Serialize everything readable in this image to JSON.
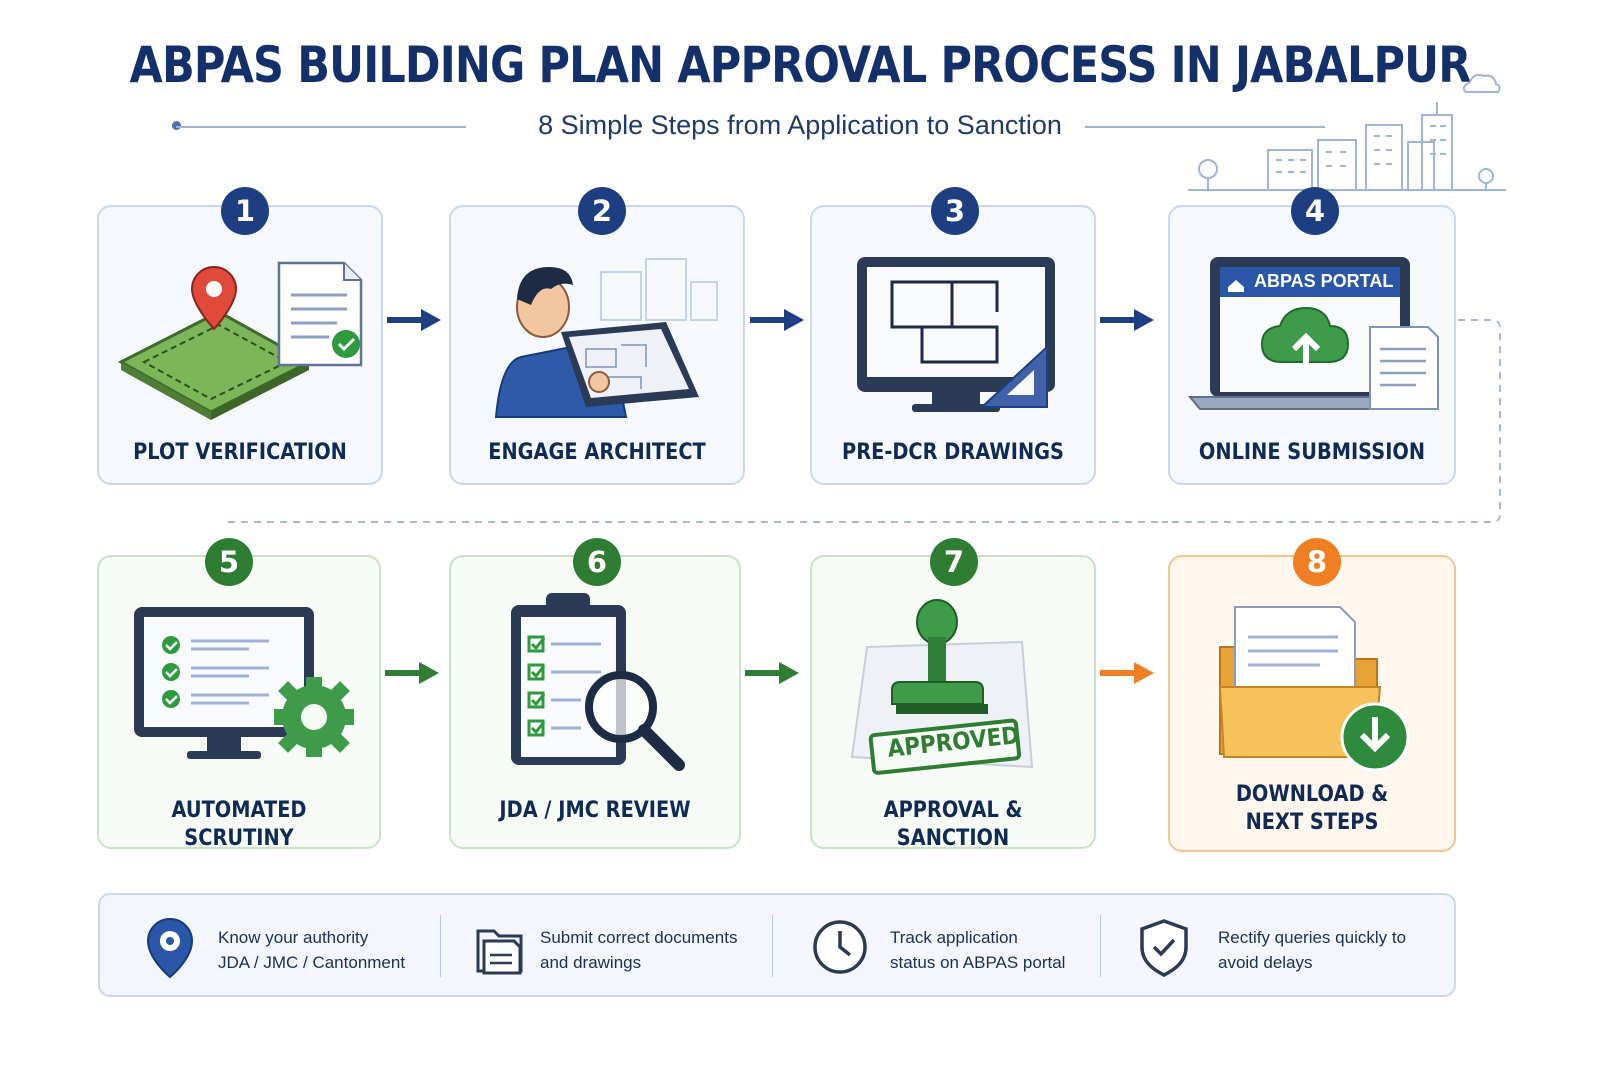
{
  "header": {
    "title": "ABPAS BUILDING PLAN APPROVAL PROCESS IN JABALPUR",
    "subtitle": "8 Simple Steps from Application to Sanction"
  },
  "steps": [
    {
      "number": "1",
      "label": "PLOT VERIFICATION",
      "icon": "plot-map-document-icon",
      "theme": "blue"
    },
    {
      "number": "2",
      "label": "ENGAGE ARCHITECT",
      "icon": "architect-tablet-icon",
      "theme": "blue"
    },
    {
      "number": "3",
      "label": "PRE-DCR DRAWINGS",
      "icon": "monitor-floorplan-icon",
      "theme": "blue"
    },
    {
      "number": "4",
      "label": "ONLINE SUBMISSION",
      "icon": "laptop-upload-icon",
      "theme": "blue",
      "portal_label": "ABPAS PORTAL"
    },
    {
      "number": "5",
      "label": "AUTOMATED SCRUTINY",
      "icon": "monitor-checklist-gear-icon",
      "theme": "green"
    },
    {
      "number": "6",
      "label": "JDA / JMC REVIEW",
      "icon": "clipboard-magnifier-icon",
      "theme": "green"
    },
    {
      "number": "7",
      "label": "APPROVAL & SANCTION",
      "icon": "approved-stamp-icon",
      "theme": "green",
      "stamp_text": "APPROVED"
    },
    {
      "number": "8",
      "label_line1": "DOWNLOAD &",
      "label_line2": "NEXT STEPS",
      "icon": "folder-download-icon",
      "theme": "orange"
    }
  ],
  "tips": [
    {
      "line1": "Know your authority",
      "line2": "JDA / JMC / Cantonment",
      "icon": "location-pin-icon"
    },
    {
      "line1": "Submit correct documents",
      "line2": "and drawings",
      "icon": "documents-icon"
    },
    {
      "line1": "Track application",
      "line2": "status on ABPAS portal",
      "icon": "clock-icon"
    },
    {
      "line1": "Rectify queries quickly to",
      "line2": "avoid delays",
      "icon": "shield-check-icon"
    }
  ],
  "colors": {
    "navy": "#13306b",
    "step_blue": "#1d3f82",
    "step_green": "#2e7d32",
    "step_orange": "#f07f23",
    "card_blue_border": "#c9d8ef",
    "card_green_border": "#c7e2c7",
    "card_orange_border": "#f6c58f"
  }
}
